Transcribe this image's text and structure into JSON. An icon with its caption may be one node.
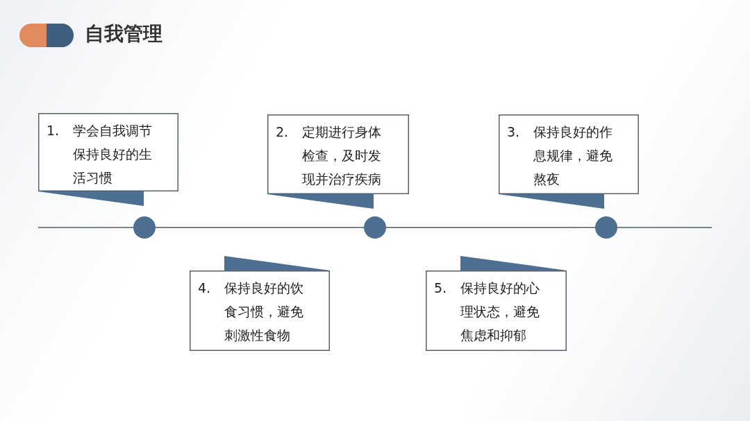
{
  "diagram": {
    "title": "自我管理",
    "nodes": [
      {
        "text": [
          "1.",
          "学会自我调节保持良好的生活习惯"
        ]
      },
      {
        "text": [
          "2.",
          "定期进行身体检查，及时发现并治疗疾病"
        ]
      },
      {
        "text": [
          "3.",
          "保持良好的作息规律，避免熬夜"
        ]
      },
      {
        "text": [
          "4.",
          "保持良好的饮食习惯，避免刺激性食物"
        ]
      },
      {
        "text": [
          "5.",
          "保持良好的心理状态，避免焦虑和抑郁"
        ]
      },
      {
        "text": [],
        "shape": "circle"
      },
      {
        "text": [],
        "shape": "circle"
      },
      {
        "text": [],
        "shape": "circle"
      }
    ],
    "edges": [
      {
        "from": null,
        "to": 5,
        "arrow": "none"
      },
      {
        "from": 5,
        "to": 6,
        "arrow": "none"
      },
      {
        "from": 6,
        "to": 7,
        "arrow": "none"
      },
      {
        "from": 7,
        "to": null,
        "arrow": "none"
      }
    ]
  }
}
